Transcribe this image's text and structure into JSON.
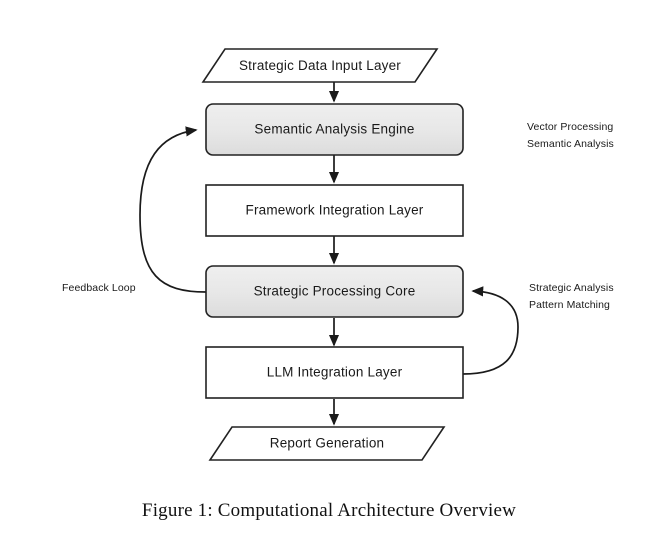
{
  "figure": {
    "caption": "Figure 1: Computational Architecture Overview",
    "background_color": "#ffffff",
    "stroke_color": "#222222",
    "shaded_fill": "#e6e6e6",
    "plain_fill": "#ffffff"
  },
  "nodes": [
    {
      "id": "input",
      "label": "Strategic Data Input Layer",
      "shape": "parallelogram",
      "fill": "#ffffff"
    },
    {
      "id": "semantic",
      "label": "Semantic Analysis Engine",
      "shape": "rounded-rect",
      "fill": "#e6e6e6"
    },
    {
      "id": "framework",
      "label": "Framework Integration Layer",
      "shape": "rect",
      "fill": "#ffffff"
    },
    {
      "id": "core",
      "label": "Strategic Processing Core",
      "shape": "rounded-rect",
      "fill": "#e6e6e6"
    },
    {
      "id": "llm",
      "label": "LLM Integration Layer",
      "shape": "rect",
      "fill": "#ffffff"
    },
    {
      "id": "report",
      "label": "Report Generation",
      "shape": "parallelogram",
      "fill": "#ffffff"
    }
  ],
  "annotations": {
    "feedback_loop": "Feedback Loop",
    "right_top_line1": "Vector Processing",
    "right_top_line2": "Semantic Analysis",
    "right_bottom_line1": "Strategic Analysis",
    "right_bottom_line2": "Pattern Matching"
  },
  "edges": [
    {
      "from": "input",
      "to": "semantic",
      "type": "straight-down",
      "label": ""
    },
    {
      "from": "semantic",
      "to": "framework",
      "type": "straight-down",
      "label": ""
    },
    {
      "from": "framework",
      "to": "core",
      "type": "straight-down",
      "label": ""
    },
    {
      "from": "core",
      "to": "llm",
      "type": "straight-down",
      "label": ""
    },
    {
      "from": "llm",
      "to": "report",
      "type": "straight-down",
      "label": ""
    },
    {
      "from": "core",
      "to": "semantic",
      "type": "curve-left",
      "label": "Feedback Loop"
    },
    {
      "from": "llm",
      "to": "core",
      "type": "curve-right",
      "label": "Strategic Analysis / Pattern Matching"
    }
  ]
}
